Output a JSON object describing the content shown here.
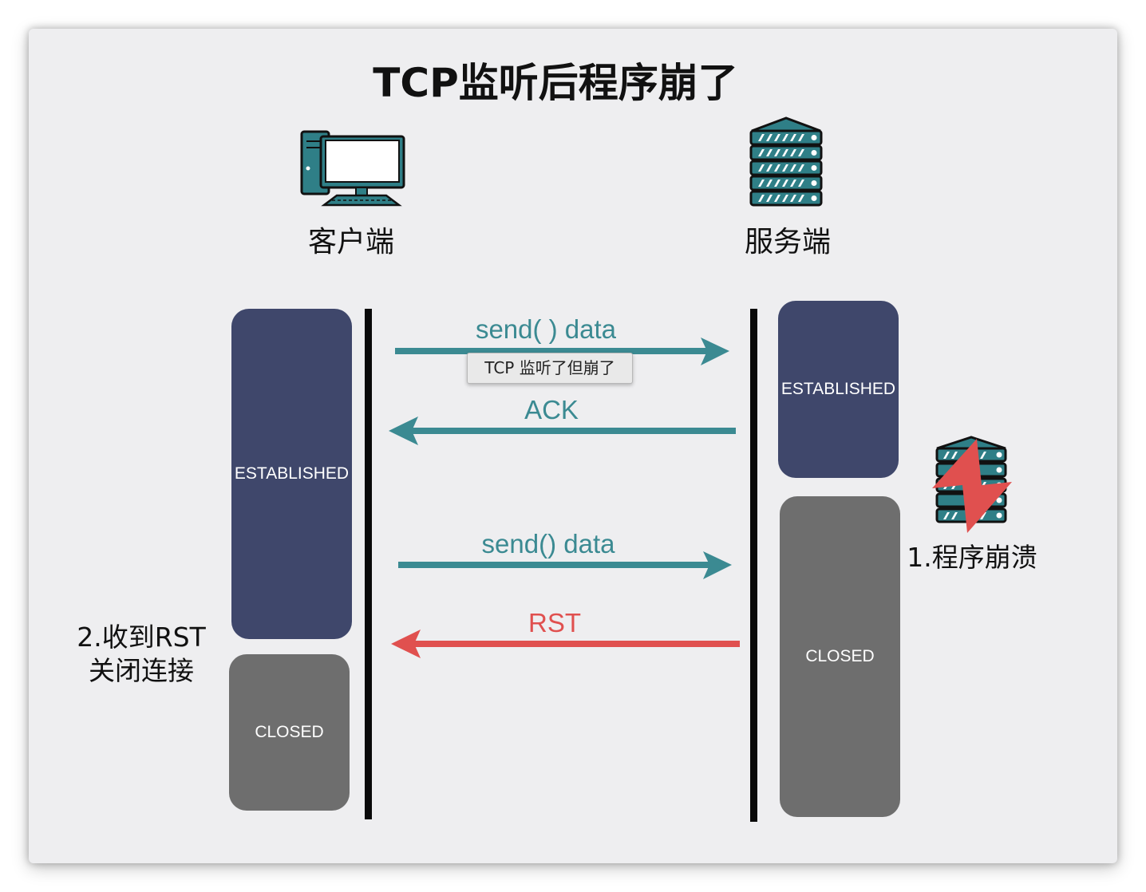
{
  "title": "TCP监听后程序崩了",
  "client": {
    "label": "客户端",
    "icon": "desktop-computer-icon"
  },
  "server": {
    "label": "服务端",
    "icon": "server-rack-icon"
  },
  "states": {
    "client_established": "ESTABLISHED",
    "client_closed": "CLOSED",
    "server_established": "ESTABLISHED",
    "server_closed": "CLOSED"
  },
  "messages": {
    "send1": "send( ) data",
    "ack": "ACK",
    "send2": "send() data",
    "rst": "RST"
  },
  "tooltip": "TCP 监听了但崩了",
  "notes": {
    "crash": "1.程序崩溃",
    "rst_line1": "2.收到RST",
    "rst_line2": "关闭连接"
  },
  "colors": {
    "teal": "#3b8a92",
    "red": "#e0504f",
    "established": "#3f476b",
    "closed": "#6e6e6e",
    "server_icon": "#2f7f87"
  }
}
